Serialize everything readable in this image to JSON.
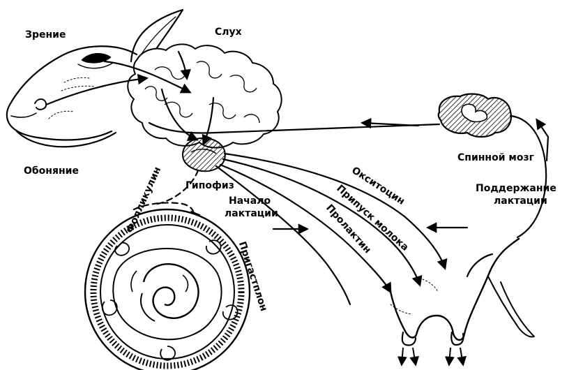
{
  "labels": {
    "vision": "Зрение",
    "hearing": "Слух",
    "smell": "Обоняние",
    "pituitary": "Гипофиз",
    "spinal_cord": "Спинной мозг",
    "maintenance_line1": "Поддержание",
    "maintenance_line2": "лактации",
    "onset_line1": "Начало",
    "onset_line2": "лактации",
    "follicle_hormone": "Фолликулин",
    "oxytocin": "Окситоцин",
    "milk_letdown": "Припуск молока",
    "prolactin": "Пролактин",
    "placenta": "Пригастплон"
  },
  "colors": {
    "ink": "#000000",
    "paper": "#ffffff"
  }
}
